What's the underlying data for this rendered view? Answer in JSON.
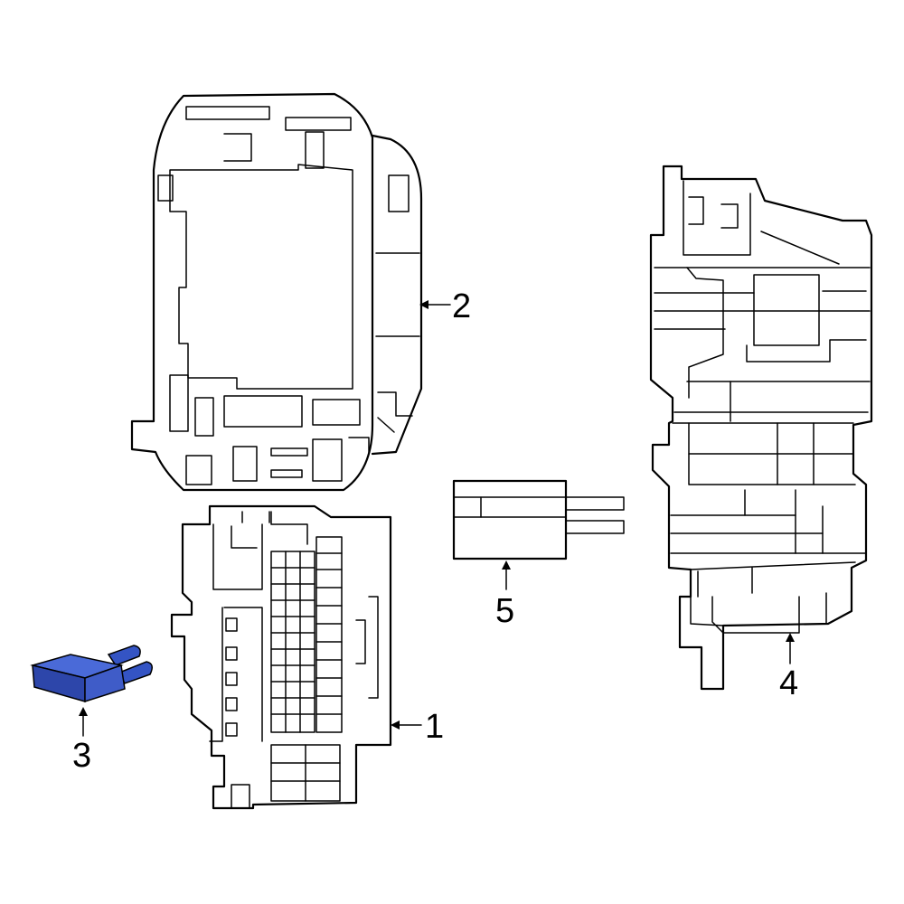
{
  "callouts": {
    "c1": "1",
    "c2": "2",
    "c3": "3",
    "c4": "4",
    "c5": "5"
  },
  "highlight_color": "#3454c4"
}
